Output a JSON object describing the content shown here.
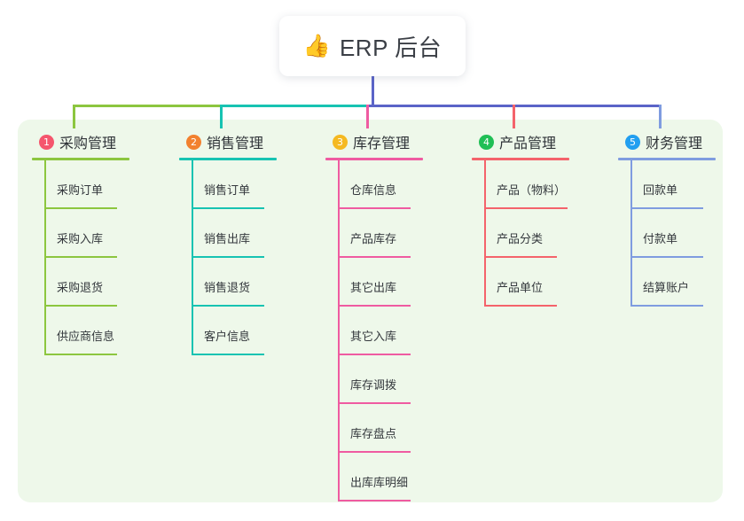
{
  "root": {
    "icon": "thumbs-up-icon",
    "emoji": "👍",
    "title": "ERP 后台"
  },
  "palette": {
    "panel_bg": "#eef8ea",
    "page_bg": "#ffffff",
    "root_stem": "#5b64c8",
    "bus_green": "#8cc63f",
    "bus_teal": "#17c3b2",
    "bus_blue": "#5b64c8"
  },
  "columns": [
    {
      "index": "1",
      "title": "采购管理",
      "badge_color": "#f5566d",
      "line_color": "#8cc63f",
      "items": [
        "采购订单",
        "采购入库",
        "采购退货",
        "供应商信息"
      ]
    },
    {
      "index": "2",
      "title": "销售管理",
      "badge_color": "#f2812f",
      "line_color": "#17c3b2",
      "items": [
        "销售订单",
        "销售出库",
        "销售退货",
        "客户信息"
      ]
    },
    {
      "index": "3",
      "title": "库存管理",
      "badge_color": "#f5b921",
      "line_color": "#ef5ba1",
      "items": [
        "仓库信息",
        "产品库存",
        "其它出库",
        "其它入库",
        "库存调拨",
        "库存盘点",
        "出库库明细"
      ]
    },
    {
      "index": "4",
      "title": "产品管理",
      "badge_color": "#20bf55",
      "line_color": "#f4636b",
      "items": [
        "产品（物料）",
        "产品分类",
        "产品单位"
      ]
    },
    {
      "index": "5",
      "title": "财务管理",
      "badge_color": "#229ff0",
      "line_color": "#7f9ce0",
      "items": [
        "回款单",
        "付款单",
        "结算账户"
      ]
    }
  ]
}
